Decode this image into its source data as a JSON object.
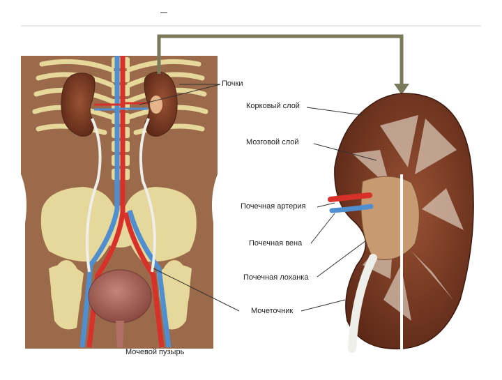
{
  "labels": {
    "kidneys": "Почки",
    "cortex": "Корковый слой",
    "medulla": "Мозговой слой",
    "renal_artery": "Почечная артерия",
    "renal_vein": "Почечная вена",
    "renal_pelvis": "Почечная лоханка",
    "ureter": "Мочеточник",
    "bladder": "Мочевой пузырь"
  },
  "colors": {
    "torso": "#9a6a4a",
    "bone": "#e6d79a",
    "artery": "#d8312a",
    "vein": "#4f8fd0",
    "kidney": "#7a3a24",
    "ureter": "#eeeeea",
    "bladder": "#b07066",
    "frame": "#7a7a5a"
  }
}
